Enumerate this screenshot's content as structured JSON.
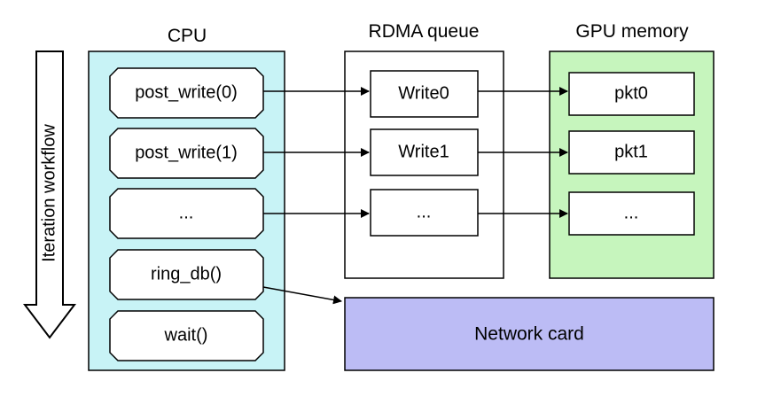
{
  "workflow": {
    "label": "Iteration workflow"
  },
  "cpu": {
    "title": "CPU",
    "fill": "#c8f3f6",
    "steps": [
      {
        "label": "post_write(0)"
      },
      {
        "label": "post_write(1)"
      },
      {
        "label": "..."
      },
      {
        "label": "ring_db()"
      },
      {
        "label": "wait()"
      }
    ]
  },
  "rdma_queue": {
    "title": "RDMA queue",
    "items": [
      {
        "label": "Write0"
      },
      {
        "label": "Write1"
      },
      {
        "label": "..."
      }
    ]
  },
  "gpu_memory": {
    "title": "GPU memory",
    "fill": "#c6f5bd",
    "items": [
      {
        "label": "pkt0"
      },
      {
        "label": "pkt1"
      },
      {
        "label": "..."
      }
    ]
  },
  "network_card": {
    "label": "Network card",
    "fill": "#bcbcf5"
  }
}
